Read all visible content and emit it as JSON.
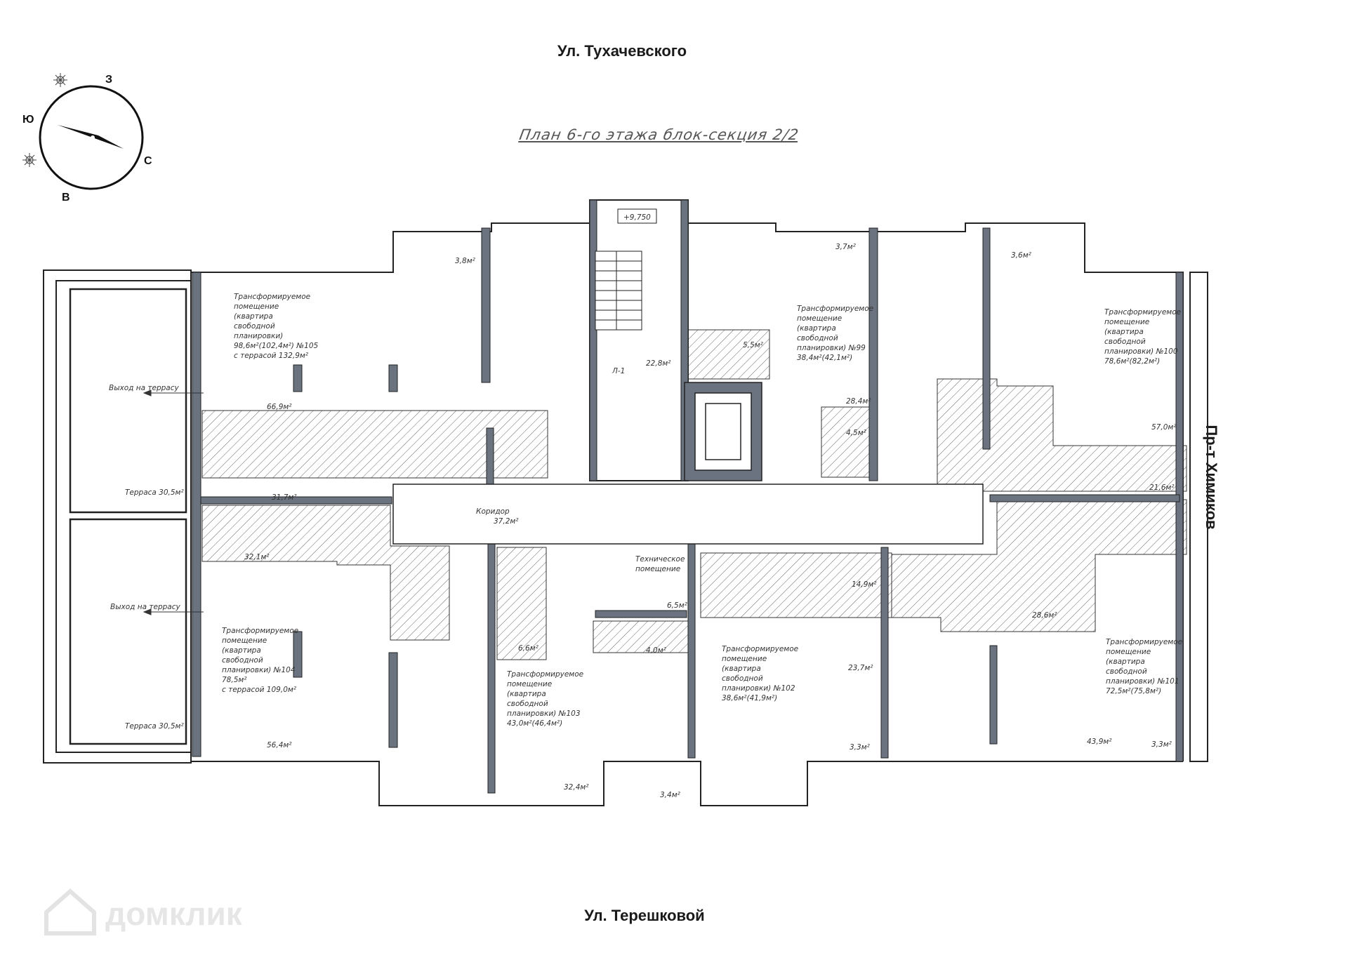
{
  "streets": {
    "top": "Ул. Тухачевского",
    "bottom": "Ул. Терешковой",
    "right": "Пр-т Химиков"
  },
  "plan_title": "План 6-го этажа блок-секция 2/2",
  "elevation_mark": "+9,750",
  "compass": {
    "north": "С",
    "south": "Ю",
    "west": "З",
    "east": "В"
  },
  "watermark": "домклик",
  "colors": {
    "wall": "#6b7280",
    "hatch": "#555555",
    "line": "#222222"
  },
  "rooms": {
    "apt105": [
      "Трансформируемое",
      "помещение",
      "(квартира",
      "свободной",
      "планировки)",
      "98,6м²(102,4м²) №105",
      "с террасой 132,9м²"
    ],
    "apt104": [
      "Трансформируемое",
      "помещение",
      "(квартира",
      "свободной",
      "планировки) №104",
      "78,5м²",
      "с террасой 109,0м²"
    ],
    "apt103": [
      "Трансформируемое",
      "помещение",
      "(квартира",
      "свободной",
      "планировки) №103",
      "43,0м²(46,4м²)"
    ],
    "apt102": [
      "Трансформируемое",
      "помещение",
      "(квартира",
      "свободной",
      "планировки) №102",
      "38,6м²(41,9м²)"
    ],
    "apt101": [
      "Трансформируемое",
      "помещение",
      "(квартира",
      "свободной",
      "планировки) №101",
      "72,5м²(75,8м²)"
    ],
    "apt100": [
      "Трансформируемое",
      "помещение",
      "(квартира",
      "свободной",
      "планировки) №100",
      "78,6м²(82,2м²)"
    ],
    "apt99": [
      "Трансформируемое",
      "помещение",
      "(квартира",
      "свободной",
      "планировки) №99",
      "38,4м²(42,1м²)"
    ],
    "tech": [
      "Техническое",
      "помещение"
    ],
    "corridor": [
      "Коридор",
      "37,2м²"
    ],
    "stair": "Л-1"
  },
  "terrace": {
    "exit": "Выход на террасу",
    "upper": "Терраса 30,5м²",
    "lower": "Терраса 30,5м²"
  },
  "areas": {
    "a38_top": "3,8м²",
    "a669": "66,9м²",
    "a317": "31,7м²",
    "a321": "32,1м²",
    "a564": "56,4м²",
    "a228": "22,8м²",
    "a55": "5,5м²",
    "a37": "3,7м²",
    "a36": "3,6м²",
    "a284": "28,4м²",
    "a45": "4,5м²",
    "a570": "57,0м²",
    "a216": "21,6м²",
    "a286": "28,6м²",
    "a149": "14,9м²",
    "a65": "6,5м²",
    "a40": "4,0м²",
    "a66": "6,6м²",
    "a237": "23,7м²",
    "a439": "43,9м²",
    "a33a": "3,3м²",
    "a33b": "3,3м²",
    "a324": "32,4м²",
    "a34": "3,4м²"
  }
}
